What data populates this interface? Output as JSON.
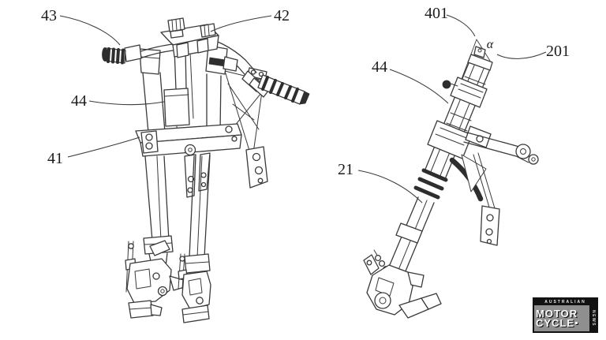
{
  "page": {
    "background_color": "#ffffff",
    "line_color": "#3a3a3a"
  },
  "figure_left": {
    "description": "Motorcycle front fork and handlebar assembly, front perspective view",
    "labels": [
      {
        "text": "43"
      },
      {
        "text": "42"
      },
      {
        "text": "44"
      },
      {
        "text": "41"
      }
    ]
  },
  "figure_right": {
    "description": "Motorcycle front fork assembly, inclined side view with steering angle",
    "labels": [
      {
        "text": "401"
      },
      {
        "text": "α"
      },
      {
        "text": "201"
      },
      {
        "text": "44"
      },
      {
        "text": "21"
      }
    ]
  },
  "watermark": {
    "top": "AUSTRALIAN",
    "word1": "MOTOR",
    "word2": "CYCLE",
    "side": "NEWS"
  }
}
